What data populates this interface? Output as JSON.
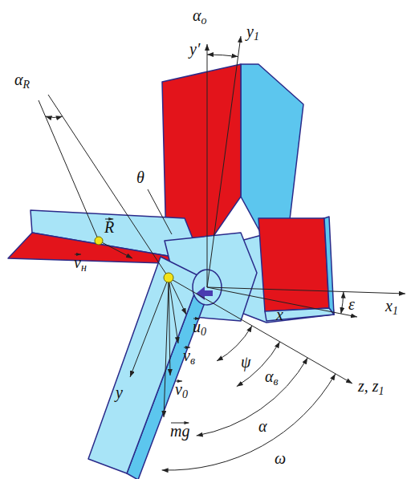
{
  "diagram": {
    "labels": [
      "αo",
      "y′",
      "y1",
      "θ",
      "αR",
      "R",
      "x1",
      "vн",
      "ε",
      "x",
      "u0",
      "ψ",
      "vв",
      "z, z1",
      "αв",
      "y",
      "v0",
      "mg",
      "α",
      "ω"
    ]
  }
}
